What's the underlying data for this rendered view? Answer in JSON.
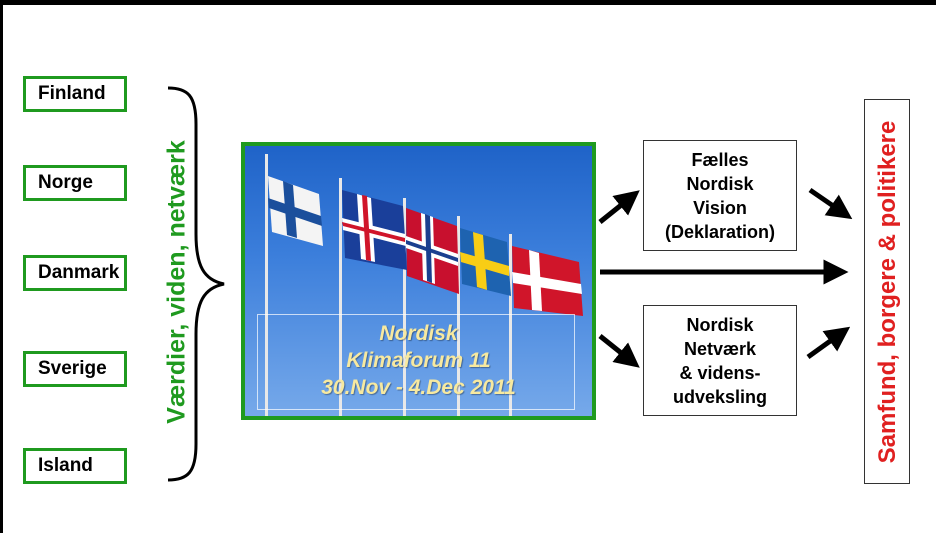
{
  "countries": [
    "Finland",
    "Norge",
    "Danmark",
    "Sverige",
    "Island"
  ],
  "left_vertical_label": "Værdier, viden, netværk",
  "photo": {
    "caption_lines": [
      "Nordisk",
      "Klimaforum 11",
      "30.Nov - 4.Dec 2011"
    ],
    "flags": [
      "Finland",
      "Island",
      "Norge",
      "Sverige",
      "Danmark"
    ]
  },
  "outcome_boxes": [
    {
      "lines": [
        "Fælles",
        "Nordisk",
        "Vision",
        "(Deklaration)"
      ]
    },
    {
      "lines": [
        "Nordisk",
        "Netværk",
        "& videns-",
        "udveksling"
      ]
    }
  ],
  "right_vertical_label": "Samfund, borgere & politikere",
  "colors": {
    "green": "#1f9a1f",
    "red": "#e02020",
    "caption": "#f7e9a0"
  }
}
